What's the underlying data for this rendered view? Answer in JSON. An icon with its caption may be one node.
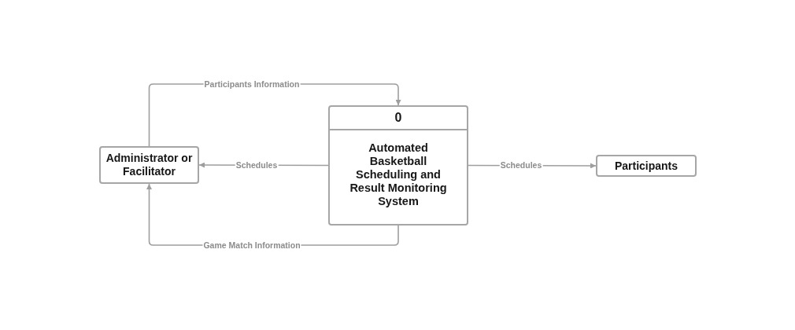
{
  "diagram": {
    "nodes": [
      {
        "text": [
          "Administrator or Facilitator"
        ]
      },
      {
        "text": [
          "0",
          "Automated Basketball Scheduling and Result Monitoring System"
        ]
      },
      {
        "text": [
          "Participants"
        ]
      }
    ],
    "edges": [
      {
        "from": 0,
        "to": 1,
        "arrow": "to",
        "label": "Participants Information"
      },
      {
        "from": 1,
        "to": 0,
        "arrow": "to",
        "label": "Schedules"
      },
      {
        "from": 1,
        "to": 2,
        "arrow": "to",
        "label": "Schedules"
      },
      {
        "from": 1,
        "to": 0,
        "arrow": "to",
        "label": "Game Match Information"
      }
    ]
  }
}
